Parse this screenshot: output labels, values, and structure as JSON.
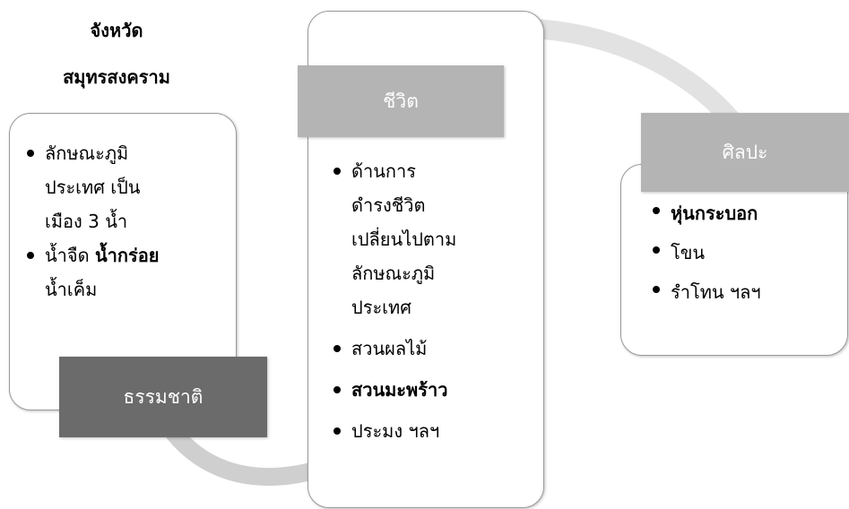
{
  "title": {
    "line1": "จังหวัด",
    "line2": "สมุทรสงคราม"
  },
  "nature": {
    "header": "ธรรมชาติ",
    "items": [
      [
        "ลักษณะภูมิ",
        "ประเทศ เป็น",
        "เมือง 3 น้ำ"
      ],
      [
        "น้ำจืด "
      ],
      [
        "น้ำเค็ม"
      ]
    ],
    "bold_word": "น้ำกร่อย"
  },
  "life": {
    "header": "ชีวิต",
    "items": {
      "first": [
        "ด้านการ",
        "ดำรงชีวิต",
        "เปลี่ยนไปตาม",
        "ลักษณะภูมิ",
        "ประเทศ"
      ],
      "second": "สวนผลไม้",
      "third": "สวนมะพร้าว",
      "fourth": "ประมง ฯลฯ"
    }
  },
  "art": {
    "header": "ศิลปะ",
    "items": {
      "first": "หุ่นกระบอก",
      "second": "โขน",
      "third": "รำโทน ฯลฯ"
    }
  },
  "colors": {
    "header_light": "#b4b4b4",
    "header_dark": "#6b6b6b",
    "arc": "#e2e2e2",
    "card_border": "#9a9a9a"
  }
}
